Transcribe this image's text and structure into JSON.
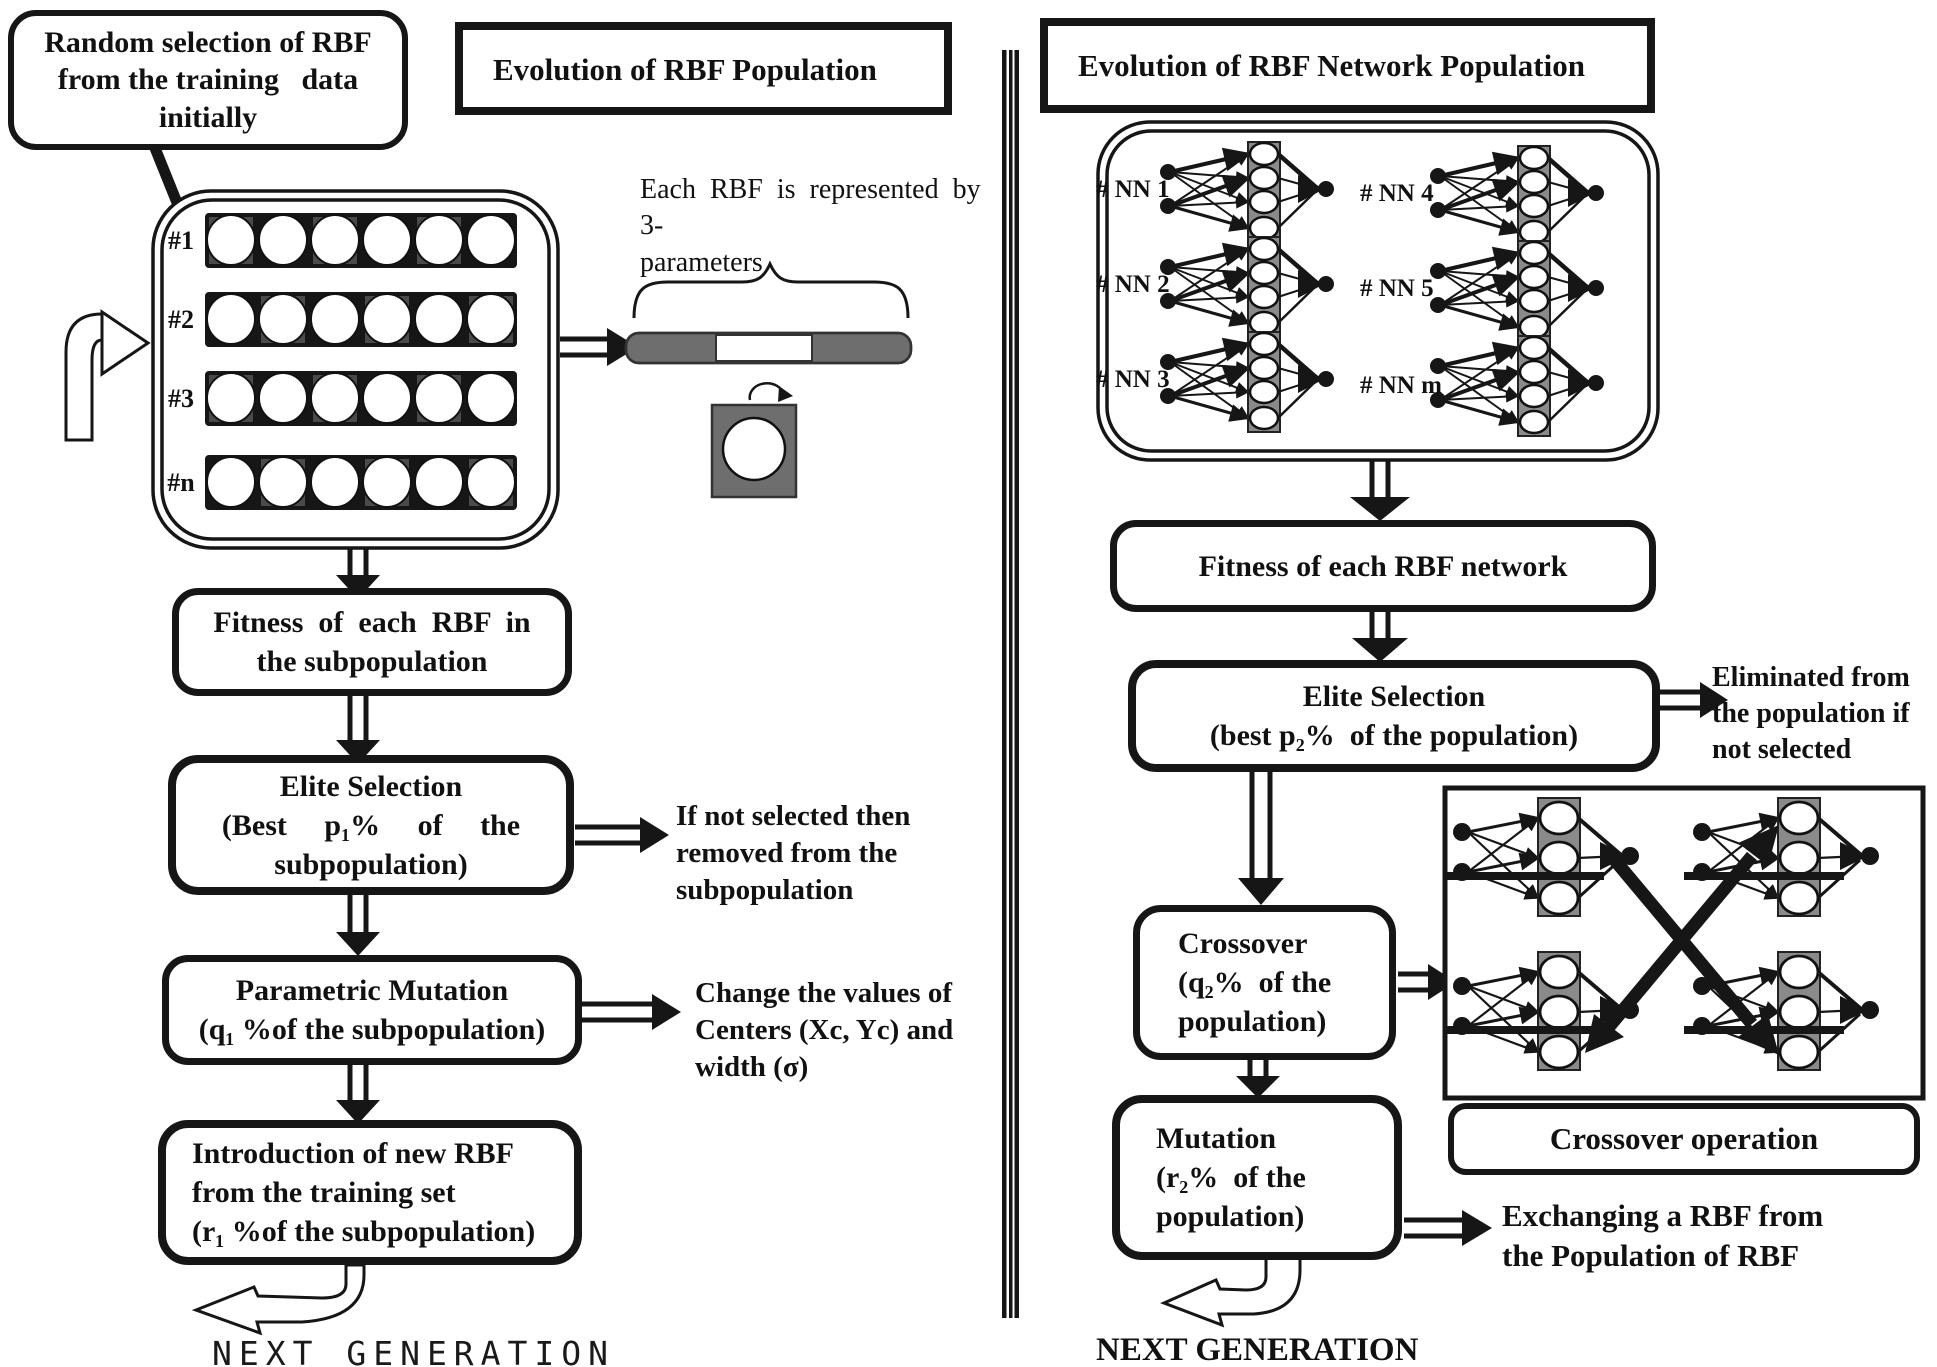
{
  "colors": {
    "ink": "#161616",
    "hidden_gray": "#8a8a8a",
    "bar_gray": "#6e6e6e"
  },
  "left": {
    "bubble": "Random selection of RBF\nfrom the training   data\ninitially",
    "header": "Evolution of RBF Population",
    "rows": [
      "#1",
      "#2",
      "#3",
      "#n"
    ],
    "note": "Each RBF is represented by 3-\nparameters",
    "fitness_box": "Fitness  of  each  RBF  in\nthe subpopulation",
    "elite_box": "Elite Selection\n(Best     p₁%     of     the\nsubpopulation)",
    "elite_side": "If not selected then\nremoved from the\nsubpopulation",
    "mutation_box": "Parametric Mutation\n(q₁ %of the subpopulation)",
    "mutation_side": "Change the values of\nCenters (Xc, Yc) and\nwidth (σ)",
    "intro_box": "Introduction of new RBF\nfrom the training set\n(r₁ %of the subpopulation)",
    "next_generation": "NEXT GENERATION"
  },
  "right": {
    "header": "Evolution of RBF Network Population",
    "nn_labels": [
      "# NN 1",
      "# NN 2",
      "# NN 3",
      "# NN 4",
      "# NN 5",
      "# NN m"
    ],
    "fitness_box": "Fitness of each RBF network",
    "elite_box": "Elite Selection\n(best p₂%  of the population)",
    "elite_side": "Eliminated from\nthe population if\nnot selected",
    "crossover_box": "Crossover\n(q₂%  of the\npopulation)",
    "crossover_caption": "Crossover operation",
    "mutation_box": "Mutation\n(r₂%  of the\npopulation)",
    "mutation_side": "Exchanging a RBF from\nthe Population of RBF",
    "next_generation": "NEXT GENERATION"
  }
}
